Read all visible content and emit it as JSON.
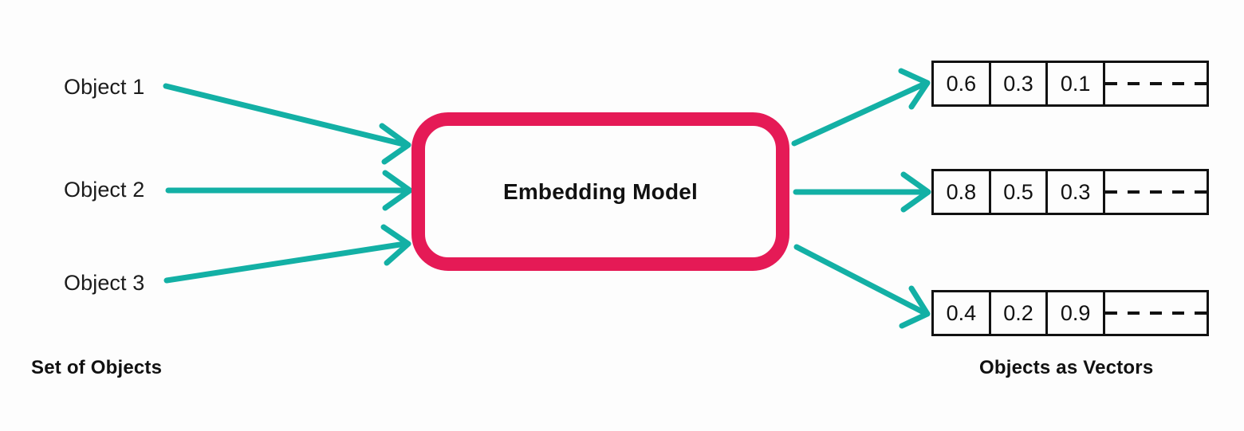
{
  "diagram": {
    "title": "Embedding Model",
    "colors": {
      "arrow": "#13b0a5",
      "model_border": "#e51a56",
      "text": "#111111",
      "background": "#fdfdfd"
    },
    "inputs": {
      "caption": "Set of Objects",
      "items": [
        {
          "label": "Object 1"
        },
        {
          "label": "Object 2"
        },
        {
          "label": "Object 3"
        }
      ]
    },
    "model": {
      "label": "Embedding Model"
    },
    "outputs": {
      "caption": "Objects as Vectors",
      "vectors": [
        {
          "values": [
            "0.6",
            "0.3",
            "0.1"
          ],
          "continues": true
        },
        {
          "values": [
            "0.8",
            "0.5",
            "0.3"
          ],
          "continues": true
        },
        {
          "values": [
            "0.4",
            "0.2",
            "0.9"
          ],
          "continues": true
        }
      ]
    }
  }
}
